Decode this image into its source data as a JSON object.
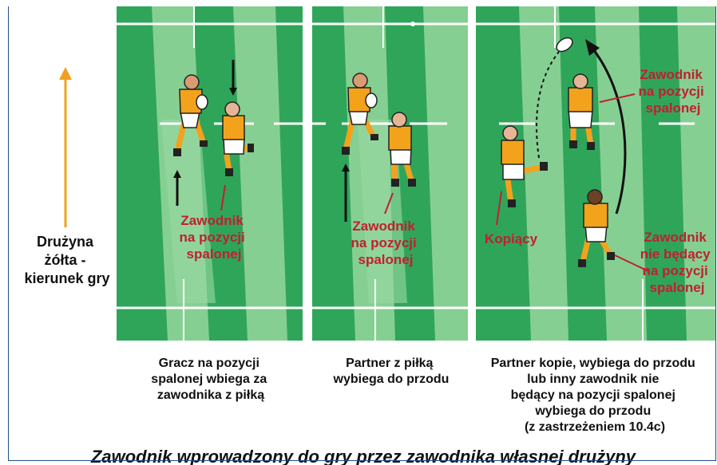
{
  "side_label": [
    "Drużyna",
    "żółta -",
    "kierunek gry"
  ],
  "panels": [
    {
      "labels": [
        {
          "text": [
            "Zawodnik",
            "na pozycji",
            "spalonej"
          ]
        }
      ],
      "caption": [
        "Gracz na pozycji",
        "spalonej wbiega za",
        "zawodnika z piłką"
      ]
    },
    {
      "labels": [
        {
          "text": [
            "Zawodnik",
            "na pozycji",
            "spalonej"
          ]
        }
      ],
      "caption": [
        "Partner z piłką",
        "wybiega do przodu"
      ]
    },
    {
      "labels": [
        {
          "text": [
            "Zawodnik",
            "na pozycji",
            "spalonej"
          ]
        },
        {
          "text": [
            "Kopiący"
          ]
        },
        {
          "text": [
            "Zawodnik",
            "nie będący",
            "na pozycji",
            "spalonej"
          ]
        }
      ],
      "caption": [
        "Partner kopie, wybiega do przodu",
        "lub inny zawodnik nie",
        "będący na pozycji spalonej",
        "wybiega do przodu",
        "(z zastrzeżeniem 10.4c)"
      ]
    }
  ],
  "footer_title": "Zawodnik wprowadzony do gry przez zawodnika własnej drużyny",
  "colors": {
    "pitch_dark": "#2fa55a",
    "pitch_light": "#86cf92",
    "label_red": "#c0202e",
    "arrow_orange": "#f0a020",
    "shirt": "#f3a21c",
    "frame_blue": "#1f4e8c"
  }
}
